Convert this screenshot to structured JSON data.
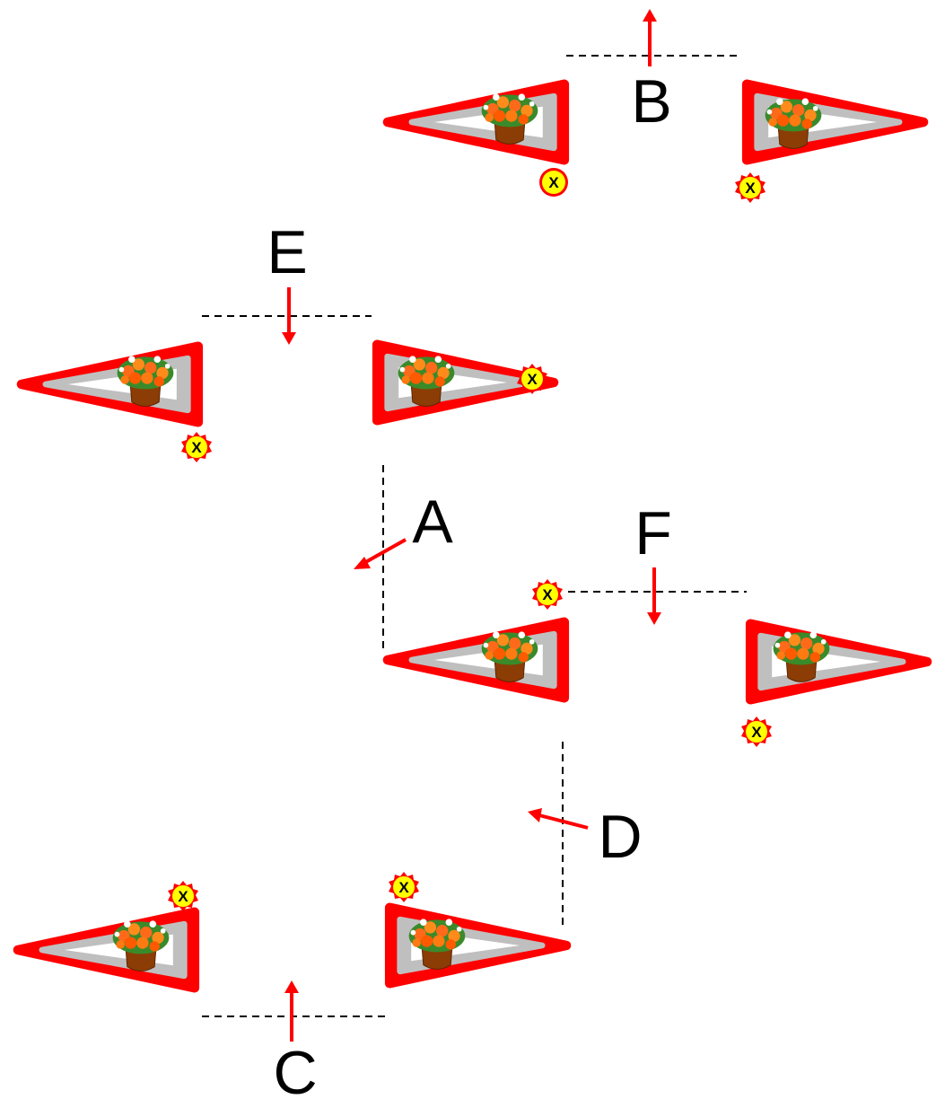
{
  "labels": {
    "a": "A",
    "b": "B",
    "c": "C",
    "d": "D",
    "e": "E",
    "f": "F"
  },
  "marker_text": "X",
  "icons": {
    "sign": "warning-triangle-sign-icon",
    "picture": "flower-pot-icon",
    "marker": "yellow-x-badge-icon",
    "pointer": "red-arrow-icon"
  },
  "colors": {
    "sign_border": "#ff0000",
    "sign_band": "#bfbfbf",
    "sign_inner": "#ffffff",
    "pot": "#8b3d05",
    "flowers": "#ff6a1a",
    "leaves": "#3a8a2a",
    "marker_fill": "#ffff00",
    "marker_ring": "#ff0000",
    "arrow": "#ff0000",
    "dashes": "#000000"
  }
}
